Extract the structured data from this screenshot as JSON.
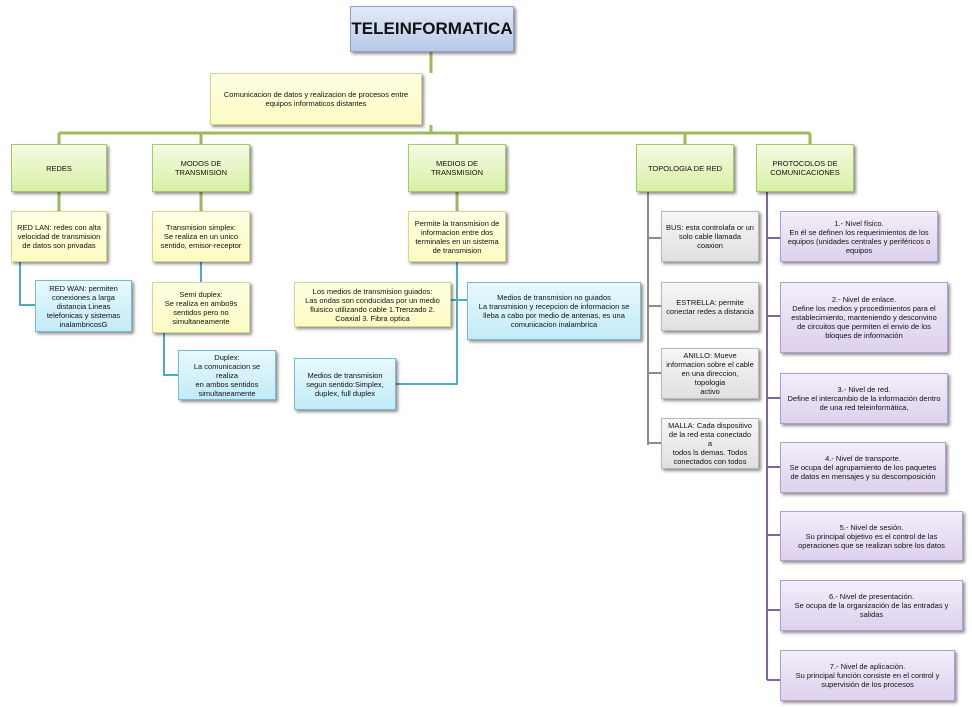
{
  "title": "TELEINFORMATICA",
  "definition": "Comunicacion  de datos  y realizacion de procesos entre\nequipos  informaticos  distantes",
  "categories": {
    "redes": "REDES",
    "modos": "MODOS DE\nTRANSMISION",
    "medios": "MEDIOS DE\nTRANSMISION",
    "topologia": "TOPOLOGIA  DE  RED",
    "protocolos": "PROTOCOLOS  DE\nCOMUNICACIONES"
  },
  "redes": {
    "lan": "RED LAN:  redes con alta\nvelocidad  de transmision\nde datos  son privadas",
    "wan": "RED WAN:  permiten\nconexiones    a larga\ndistancia   Lineas\ntelefonicas  y sistemas\ninalambricosG"
  },
  "modos": {
    "simplex": "Transmision simplex:\nSe   realiza en un unico\nsentido,  emisor-receptor",
    "semiduplex": "Semi duplex:\nSe realiza en ambo9s\nsentidos pero no\nsimultaneamente",
    "duplex": "Duplex:\nLa comunicacion  se realiza\nen ambos  sentidos\nsimultaneamente"
  },
  "medios": {
    "definicion": "Permite  la transmision de\ninformacion  entre dos\nterminales  en un sistema\nde  transmision",
    "guiados": "Los medios de transmision guiados:\nLas ondas  son conducidas  por un medio\nfluisico utilizando cable  1.Trenzado   2.\nCoaxial   3.  Fibra optica",
    "no_guiados": "Medios de transmision  no guiados\nLa transmision  y recepcion de informacion  se\nlleba  a cabo  por medio de antenas,  es una\ncomunicacion  inalambrica",
    "sentido": "Medios de transmision\nsegun sentido:Simplex,\nduplex,  full duplex"
  },
  "topologia": {
    "bus": "BUS: esta controlafa  or un\nsolo cable llamada  coaxion",
    "estrella": "ESTRELLA:  permite\nconectar  redes a distancia",
    "anillo": "ANILLO:  Mueve\ninformacion  sobre el cable\nen una  direccion, topologia\nactivo",
    "malla": "MALLA:  Cada dispositivo\nde la red esta conectado  a\ntodos  ls demas.   Todos\nconectados   con todos"
  },
  "protocolos": [
    "1.-  Nivel físico.\nEn él se definen  los requerimientos de los\nequipos  (unidades  centrales y periféricos o\nequipos",
    "2.-  Nivel de enlace.\nDefine los medios  y procedimientos  para el\nestablecimiento,   manteniendo  y desconvino\nde circuitos que permiten   el envio  de los\nbloques de información",
    "3.-  Nivel de red.\nDefine el intercambio  de la información  dentro\nde una  red teleinformática,",
    "4.-  Nivel de transporte.\nSe ocupa  del agrupamiento  de los paquetes\nde datos  en mensajes  y su descomposición",
    "5.-  Nivel de sesión.\nSu principal objetivo  es el control de las\noperaciones  que se realizan sobre los datos",
    "6.-  Nivel de presentación.\nSe ocupa  de la organización de las entradas  y\nsalidas",
    "7.-  Nivel de aplicación.\nSu principal  función  consiste  en el control  y\nsupervisión   de los procesos"
  ],
  "colors": {
    "green_line": "#9bbb59",
    "teal_line": "#4bacc6",
    "purple_line": "#8064a2",
    "gray_line": "#7f7f7f"
  }
}
